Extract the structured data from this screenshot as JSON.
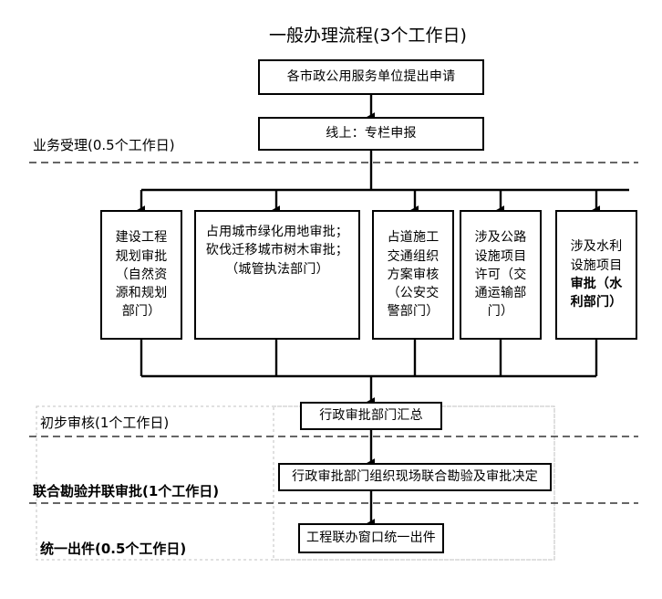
{
  "doc": {
    "title": "一般办理流程(3个工作日)",
    "language": "zh-CN"
  },
  "colors": {
    "background": "#ffffff",
    "node_border": "#000000",
    "node_fill": "#ffffff",
    "connector": "#000000",
    "divider_dashed": "#404040",
    "region_dashed": "#bdbdbd"
  },
  "phases": [
    {
      "id": "acceptance",
      "label": "业务受理(0.5个工作日)",
      "bold": false
    },
    {
      "id": "preliminary",
      "label": "初步审核(1个工作日)",
      "bold": false
    },
    {
      "id": "joint-survey",
      "label": "联合勘验并联审批(1个工作日)",
      "bold": true
    },
    {
      "id": "unified-output",
      "label": "统一出件(0.5个工作日)",
      "bold": true
    }
  ],
  "nodes": {
    "apply": {
      "text": "各市政公用服务单位提出申请"
    },
    "online": {
      "text": "线上：专栏申报"
    },
    "summary": {
      "text": "行政审批部门汇总"
    },
    "joint_review": {
      "text": "行政审批部门组织现场联合勘验及审批决定"
    },
    "output": {
      "text": "工程联办窗口统一出件"
    }
  },
  "departments": [
    {
      "id": "planning-approval",
      "lines": [
        "建设工程",
        "规划审批",
        "（自然资",
        "源和规划",
        "部门）"
      ],
      "bold_lines": []
    },
    {
      "id": "greenland-tree-approval",
      "lines": [
        "占用城市绿化用地审批；",
        "砍伐迁移城市树木审批；",
        "（城管执法部门）"
      ],
      "bold_lines": []
    },
    {
      "id": "road-traffic-plan-review",
      "lines": [
        "占道施工",
        "交通组织",
        "方案审核",
        "（公安交",
        "警部门）"
      ],
      "bold_lines": []
    },
    {
      "id": "highway-facility-permit",
      "lines": [
        "涉及公路",
        "设施项目",
        "许可（交",
        "通运输部",
        "门）"
      ],
      "bold_lines": []
    },
    {
      "id": "water-facility-approval",
      "lines": [
        "涉及水利",
        "设施项目",
        "审批（水",
        "利部门）"
      ],
      "bold_lines": [
        2,
        3
      ]
    }
  ],
  "flow": {
    "type": "flowchart",
    "direction": "top-to-bottom",
    "edges": [
      {
        "from": "apply",
        "to": "online"
      },
      {
        "from": "online",
        "to": "planning-approval"
      },
      {
        "from": "online",
        "to": "greenland-tree-approval"
      },
      {
        "from": "online",
        "to": "road-traffic-plan-review"
      },
      {
        "from": "online",
        "to": "highway-facility-permit"
      },
      {
        "from": "online",
        "to": "water-facility-approval"
      },
      {
        "from": "planning-approval",
        "to": "summary"
      },
      {
        "from": "greenland-tree-approval",
        "to": "summary"
      },
      {
        "from": "road-traffic-plan-review",
        "to": "summary"
      },
      {
        "from": "highway-facility-permit",
        "to": "summary"
      },
      {
        "from": "water-facility-approval",
        "to": "summary"
      },
      {
        "from": "summary",
        "to": "joint_review"
      },
      {
        "from": "joint_review",
        "to": "output"
      }
    ]
  }
}
